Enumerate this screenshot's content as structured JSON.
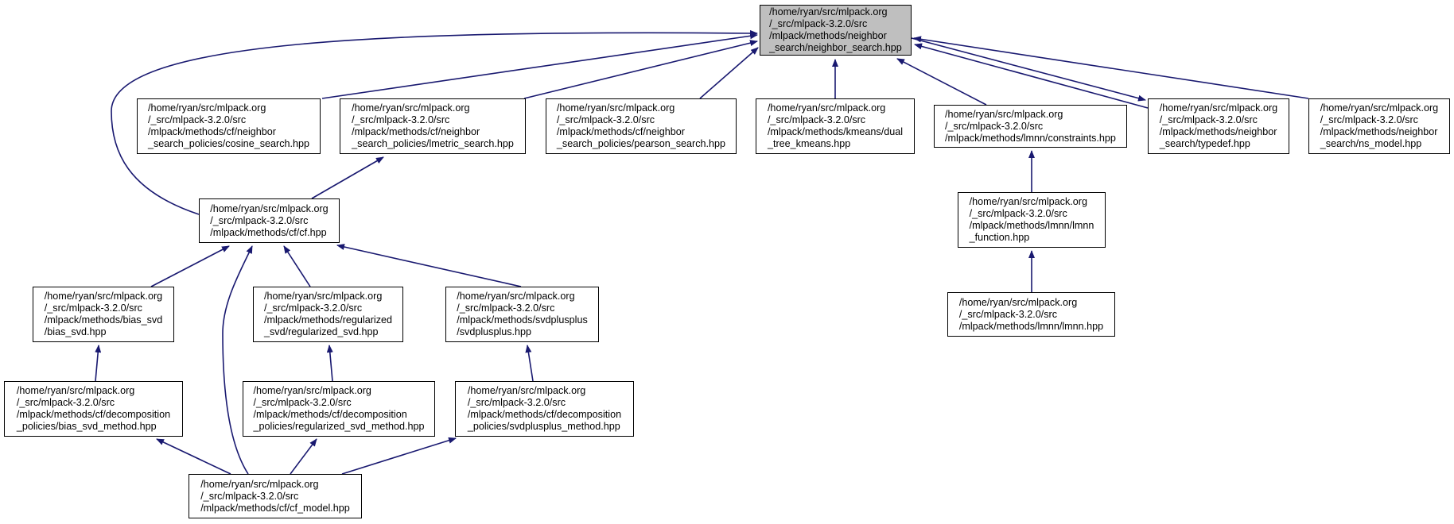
{
  "diagram": {
    "edge_color": "#191970",
    "root_fill": "#bfbfbf",
    "nodes": [
      {
        "id": "root",
        "label": "/home/ryan/src/mlpack.org\n/_src/mlpack-3.2.0/src\n/mlpack/methods/neighbor\n_search/neighbor_search.hpp"
      },
      {
        "id": "cosine",
        "label": "/home/ryan/src/mlpack.org\n/_src/mlpack-3.2.0/src\n/mlpack/methods/cf/neighbor\n_search_policies/cosine_search.hpp"
      },
      {
        "id": "lmetric",
        "label": "/home/ryan/src/mlpack.org\n/_src/mlpack-3.2.0/src\n/mlpack/methods/cf/neighbor\n_search_policies/lmetric_search.hpp"
      },
      {
        "id": "pearson",
        "label": "/home/ryan/src/mlpack.org\n/_src/mlpack-3.2.0/src\n/mlpack/methods/cf/neighbor\n_search_policies/pearson_search.hpp"
      },
      {
        "id": "dualtree",
        "label": "/home/ryan/src/mlpack.org\n/_src/mlpack-3.2.0/src\n/mlpack/methods/kmeans/dual\n_tree_kmeans.hpp"
      },
      {
        "id": "constraints",
        "label": "/home/ryan/src/mlpack.org\n/_src/mlpack-3.2.0/src\n/mlpack/methods/lmnn/constraints.hpp"
      },
      {
        "id": "typedef",
        "label": "/home/ryan/src/mlpack.org\n/_src/mlpack-3.2.0/src\n/mlpack/methods/neighbor\n_search/typedef.hpp"
      },
      {
        "id": "nsmodel",
        "label": "/home/ryan/src/mlpack.org\n/_src/mlpack-3.2.0/src\n/mlpack/methods/neighbor\n_search/ns_model.hpp"
      },
      {
        "id": "cf",
        "label": "/home/ryan/src/mlpack.org\n/_src/mlpack-3.2.0/src\n/mlpack/methods/cf/cf.hpp"
      },
      {
        "id": "lmnnfunc",
        "label": "/home/ryan/src/mlpack.org\n/_src/mlpack-3.2.0/src\n/mlpack/methods/lmnn/lmnn\n_function.hpp"
      },
      {
        "id": "biassvd",
        "label": "/home/ryan/src/mlpack.org\n/_src/mlpack-3.2.0/src\n/mlpack/methods/bias_svd\n/bias_svd.hpp"
      },
      {
        "id": "regsvd",
        "label": "/home/ryan/src/mlpack.org\n/_src/mlpack-3.2.0/src\n/mlpack/methods/regularized\n_svd/regularized_svd.hpp"
      },
      {
        "id": "svdpp",
        "label": "/home/ryan/src/mlpack.org\n/_src/mlpack-3.2.0/src\n/mlpack/methods/svdplusplus\n/svdplusplus.hpp"
      },
      {
        "id": "lmnn",
        "label": "/home/ryan/src/mlpack.org\n/_src/mlpack-3.2.0/src\n/mlpack/methods/lmnn/lmnn.hpp"
      },
      {
        "id": "biasmethod",
        "label": "/home/ryan/src/mlpack.org\n/_src/mlpack-3.2.0/src\n/mlpack/methods/cf/decomposition\n_policies/bias_svd_method.hpp"
      },
      {
        "id": "regmethod",
        "label": "/home/ryan/src/mlpack.org\n/_src/mlpack-3.2.0/src\n/mlpack/methods/cf/decomposition\n_policies/regularized_svd_method.hpp"
      },
      {
        "id": "svdppmethod",
        "label": "/home/ryan/src/mlpack.org\n/_src/mlpack-3.2.0/src\n/mlpack/methods/cf/decomposition\n_policies/svdplusplus_method.hpp"
      },
      {
        "id": "cfmodel",
        "label": "/home/ryan/src/mlpack.org\n/_src/mlpack-3.2.0/src\n/mlpack/methods/cf/cf_model.hpp"
      }
    ],
    "edges": [
      {
        "from": "cosine",
        "to": "root"
      },
      {
        "from": "lmetric",
        "to": "root"
      },
      {
        "from": "pearson",
        "to": "root"
      },
      {
        "from": "dualtree",
        "to": "root"
      },
      {
        "from": "constraints",
        "to": "root"
      },
      {
        "from": "typedef",
        "to": "root"
      },
      {
        "from": "root",
        "to": "typedef"
      },
      {
        "from": "nsmodel",
        "to": "root"
      },
      {
        "from": "cf",
        "to": "root"
      },
      {
        "from": "cf",
        "to": "lmetric"
      },
      {
        "from": "lmnnfunc",
        "to": "constraints"
      },
      {
        "from": "lmnn",
        "to": "lmnnfunc"
      },
      {
        "from": "biassvd",
        "to": "cf"
      },
      {
        "from": "regsvd",
        "to": "cf"
      },
      {
        "from": "svdpp",
        "to": "cf"
      },
      {
        "from": "cfmodel",
        "to": "cf"
      },
      {
        "from": "biasmethod",
        "to": "biassvd"
      },
      {
        "from": "regmethod",
        "to": "regsvd"
      },
      {
        "from": "svdppmethod",
        "to": "svdpp"
      },
      {
        "from": "cfmodel",
        "to": "biasmethod"
      },
      {
        "from": "cfmodel",
        "to": "regmethod"
      },
      {
        "from": "cfmodel",
        "to": "svdppmethod"
      }
    ]
  }
}
